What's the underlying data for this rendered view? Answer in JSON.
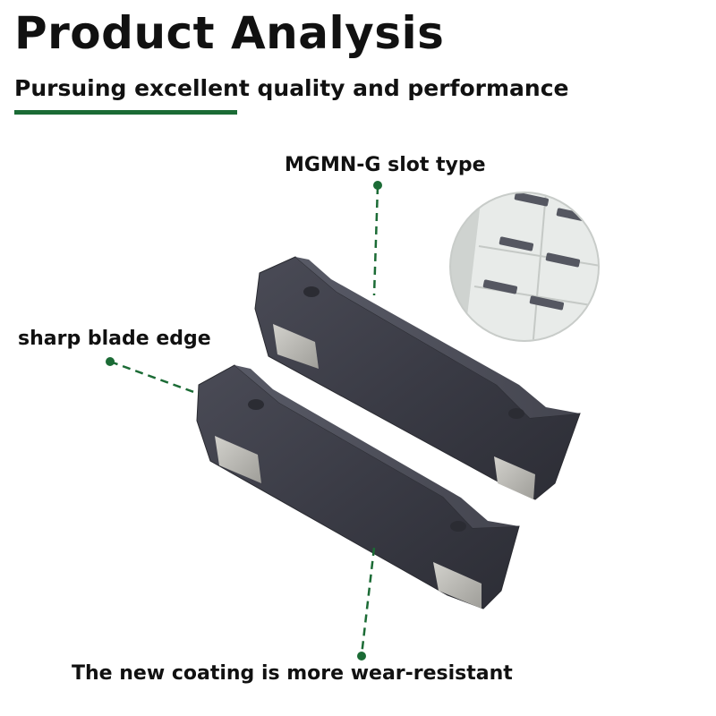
{
  "header": {
    "title": "Product Analysis",
    "subtitle": "Pursuing excellent quality and performance"
  },
  "callouts": {
    "slot_type": "MGMN-G slot type",
    "blade_edge": "sharp blade edge",
    "coating": "The new coating is more wear-resistant"
  },
  "colors": {
    "accent": "#1b6b35",
    "insert_body": "#3c3d47",
    "insert_tip": "#b9b8b3"
  },
  "icons": {
    "product": "grooving-insert-pair",
    "detail": "insert-packaging-tray"
  }
}
